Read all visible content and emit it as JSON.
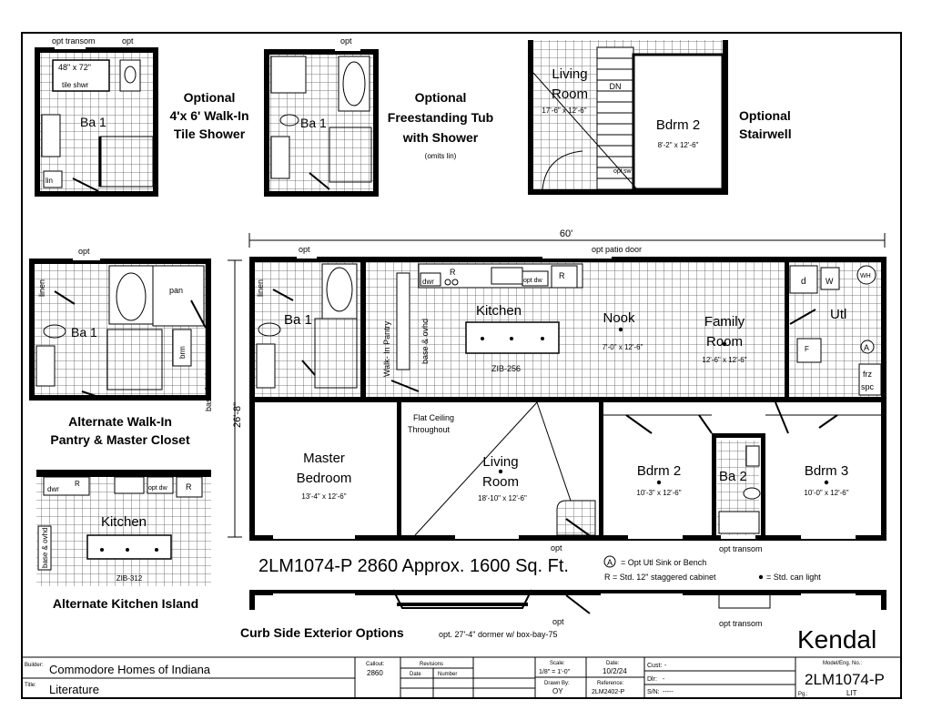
{
  "insets": {
    "shower": {
      "title_l1": "Optional",
      "title_l2": "4'x 6' Walk-In",
      "title_l3": "Tile Shower",
      "opt_transom": "opt transom",
      "opt": "opt",
      "shower": "48\" x 72\"",
      "shower_sub": "tile shwr",
      "bath": "Ba 1",
      "lin": "lin"
    },
    "tub": {
      "title_l1": "Optional",
      "title_l2": "Freestanding Tub",
      "title_l3": "with Shower",
      "note": "(omits lin)",
      "opt": "opt",
      "bath": "Ba 1"
    },
    "stair": {
      "title_l1": "Optional",
      "title_l2": "Stairwell",
      "living_l1": "Living",
      "living_l2": "Room",
      "living_dim": "17'-6\" x 12'-6\"",
      "dn": "DN",
      "bdrm": "Bdrm 2",
      "bdrm_dim": "8'-2\" x 12'-6\"",
      "opt_sw": "opt",
      "opt_sw2": "sw"
    },
    "pantry": {
      "caption_l1": "Alternate Walk-In",
      "caption_l2": "Pantry & Master Closet",
      "opt": "opt",
      "linen": "linen",
      "bath": "Ba 1",
      "pan": "pan",
      "brm": "brm",
      "base_shlvs": "base & shlvs"
    },
    "kitchen": {
      "caption": "Alternate Kitchen Island",
      "dwr": "dwr",
      "r": "R",
      "r2": "R",
      "opt_dw": "opt dw",
      "title": "Kitchen",
      "base_ovhd": "base & ovhd",
      "zib": "ZIB-312"
    }
  },
  "plan": {
    "width_dim": "60'",
    "depth_dim": "26'-8\"",
    "opt_top": "opt",
    "opt_patio": "opt patio door",
    "linen": "linen",
    "bath1": "Ba 1",
    "walkin_pantry": "Walk- In Pantry",
    "base_ovhd": "base & ovhd",
    "dwr": "dwr",
    "r1": "R",
    "r2": "R",
    "opt_dw": "opt dw",
    "kitchen": "Kitchen",
    "zib": "ZIB-256",
    "nook": "Nook",
    "nook_dim": "7'-0\" x 12'-6\"",
    "family_l1": "Family",
    "family_l2": "Room",
    "family_dim": "12'-6\" x 12'-6\"",
    "d": "d",
    "w": "W",
    "wh": "WH",
    "utl": "Utl",
    "f": "F",
    "a": "A",
    "frz_l1": "frz",
    "frz_l2": "spc",
    "flat_l1": "Flat Ceiling",
    "flat_l2": "Throughout",
    "master_l1": "Master",
    "master_l2": "Bedroom",
    "master_dim": "13'-4\" x 12'-6\"",
    "living_l1": "Living",
    "living_l2": "Room",
    "living_dim": "18'-10\" x 12'-6\"",
    "bdrm2": "Bdrm 2",
    "bdrm2_dim": "10'-3\" x 12'-6\"",
    "bath2": "Ba 2",
    "bdrm3": "Bdrm 3",
    "bdrm3_dim": "10'-0\" x 12'-6\"",
    "opt_bottom": "opt",
    "opt_transom": "opt transom"
  },
  "headline": "2LM1074-P 2860 Approx. 1600 Sq. Ft.",
  "legend": {
    "a_line": "= Opt Utl Sink or Bench",
    "a_symbol": "A",
    "r_line": "R = Std. 12\" staggered cabinet",
    "can_line": "= Std. can light"
  },
  "exterior": {
    "caption": "Curb Side Exterior Options",
    "dormer": "opt. 27'-4\" dormer w/ box-bay-75",
    "opt": "opt",
    "opt_transom": "opt transom"
  },
  "model_name": "Kendal",
  "title_block": {
    "builder_label": "Builder:",
    "builder": "Commodore Homes of Indiana",
    "title_label": "Title:",
    "title": "Literature",
    "callout_label": "Callout:",
    "callout": "2860",
    "revisions": "Revisions",
    "date_col": "Date",
    "number_col": "Number",
    "scale_label": "Scale:",
    "scale": "1/8\" = 1'-0\"",
    "date_label": "Date:",
    "date": "10/2/24",
    "drawn_label": "Drawn By:",
    "drawn": "OY",
    "ref_label": "Reference:",
    "ref": "2LM2402-P",
    "cust_label": "Cust:",
    "cust": "-",
    "dlr_label": "Dlr:",
    "dlr": "-",
    "sn_label": "S/N:",
    "sn": "-----",
    "model_label": "Model/Eng. No.:",
    "model": "2LM1074-P",
    "pg_label": "Pg.:",
    "pg": "LIT"
  },
  "colors": {
    "ink": "#000000",
    "paper": "#ffffff",
    "grid": "#555555"
  }
}
